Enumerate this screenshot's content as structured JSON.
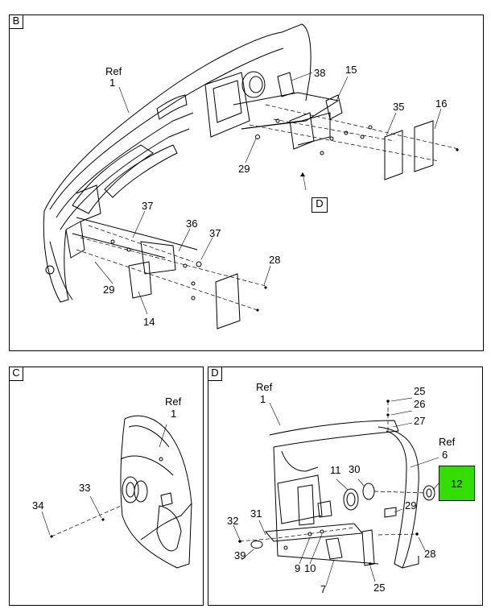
{
  "panels": {
    "b": {
      "tag": "B"
    },
    "c": {
      "tag": "C"
    },
    "d": {
      "tag": "D"
    }
  },
  "view_callout": "D",
  "labels_b": [
    "Ref",
    "1",
    "38",
    "15",
    "35",
    "16",
    "29",
    "37",
    "36",
    "37",
    "28",
    "29",
    "14"
  ],
  "labels_c": [
    "Ref",
    "1",
    "33",
    "34"
  ],
  "labels_d": [
    "Ref",
    "1",
    "25",
    "26",
    "27",
    "Ref",
    "6",
    "11",
    "30",
    "29",
    "32",
    "31",
    "28",
    "39",
    "9",
    "10",
    "7",
    "25"
  ],
  "highlight": {
    "label": "12",
    "color": "#33dd00"
  }
}
